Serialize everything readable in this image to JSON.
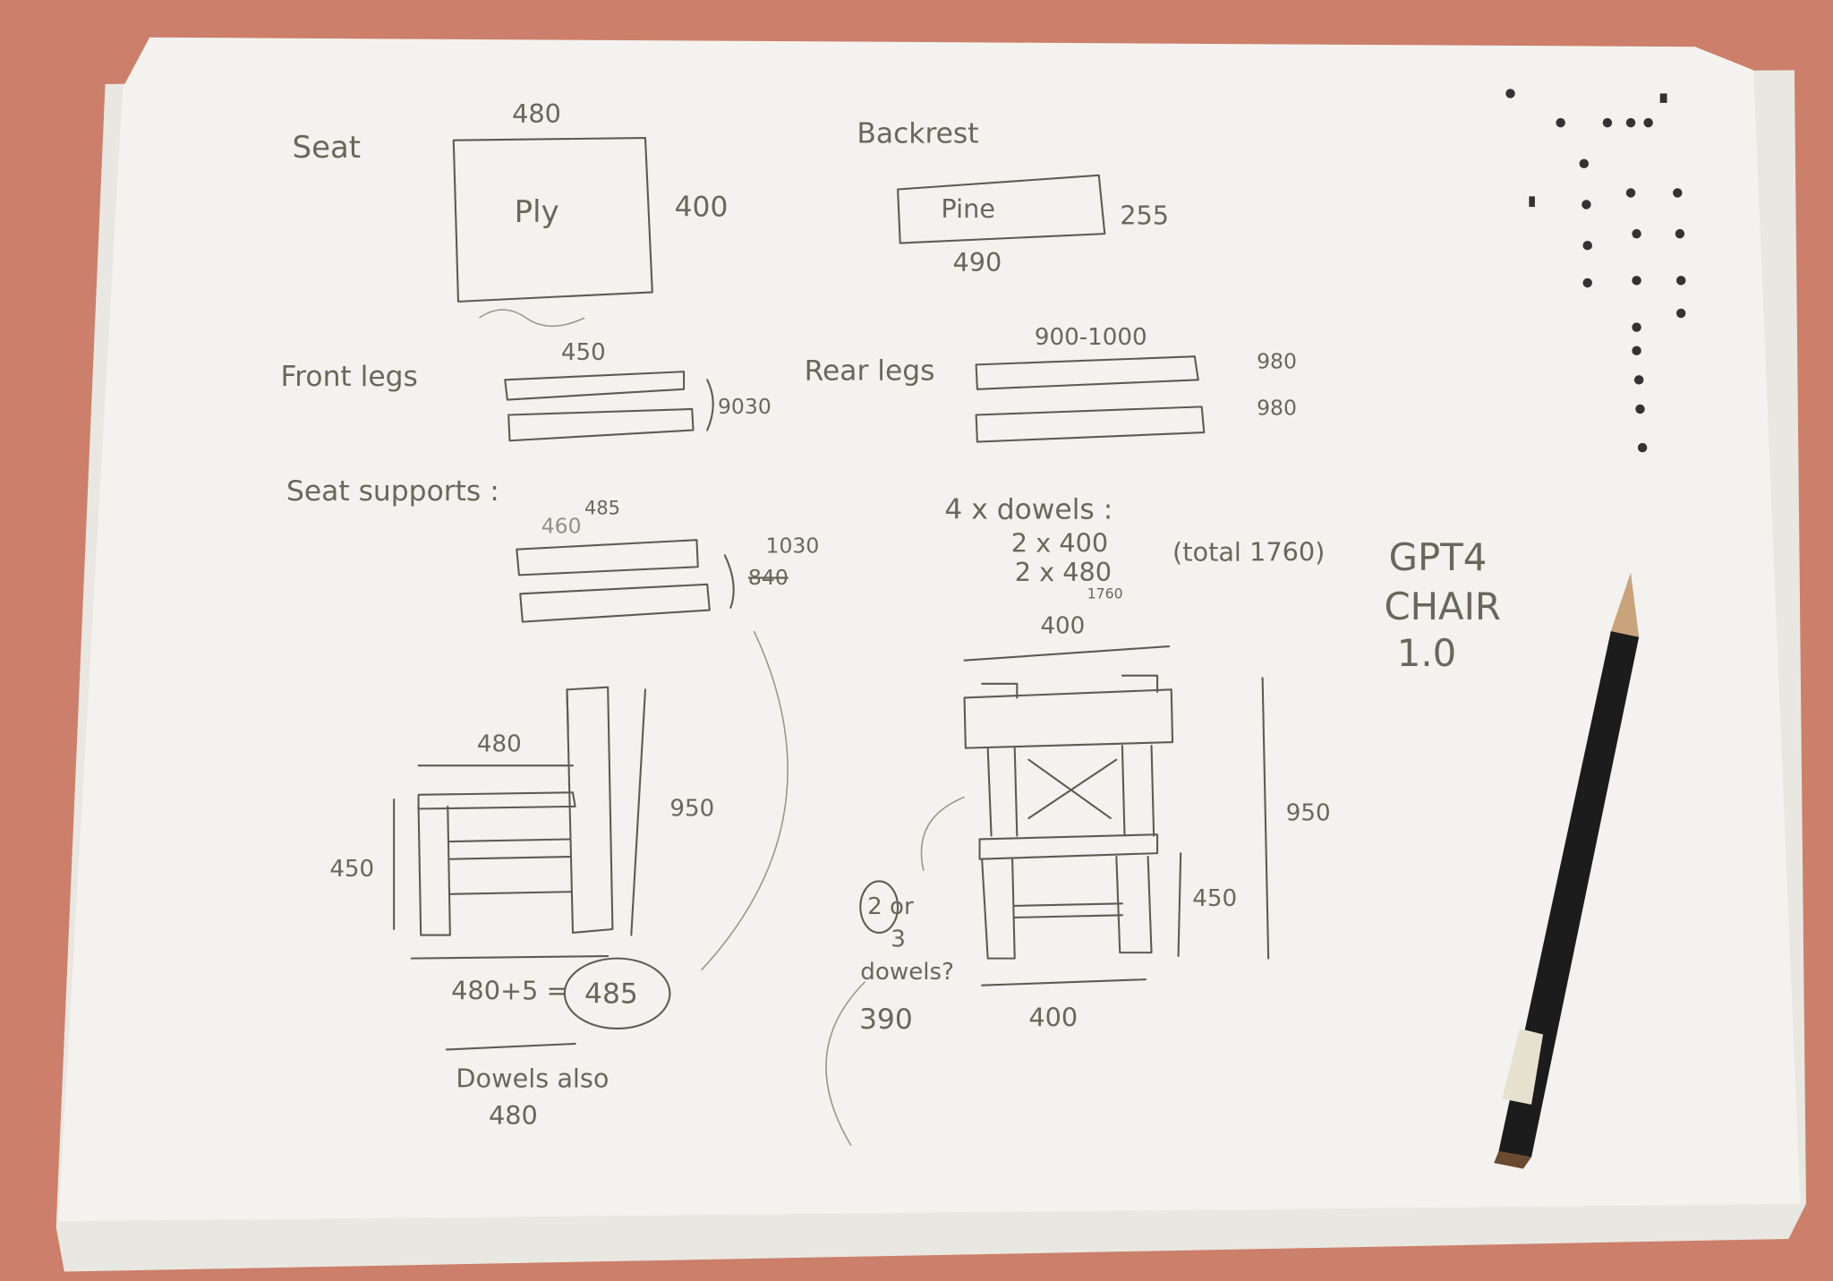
{
  "sketch": {
    "seat": {
      "label": "Seat",
      "width": "480",
      "height": "400",
      "material": "Ply"
    },
    "backrest": {
      "label": "Backrest",
      "material": "Pine",
      "height": "255",
      "width": "490"
    },
    "front_legs": {
      "label": "Front legs",
      "length": "450",
      "total": "9030"
    },
    "rear_legs": {
      "label": "Rear legs",
      "length": "900-1000",
      "each_1": "980",
      "each_2": "980"
    },
    "seat_supports": {
      "label": "Seat supports :",
      "length_old": "460",
      "length": "485",
      "total": "1030",
      "total_old": "840"
    },
    "dowels": {
      "label": "4 x dowels :",
      "line1": "2 x 400",
      "line2": "2 x 480",
      "total_note": "(total 1760)",
      "sum": "1760"
    },
    "title": {
      "line1": "GPT4",
      "line2": "CHAIR",
      "line3": "1.0"
    },
    "side_view": {
      "seat_depth": "480",
      "seat_height": "450",
      "height": "950",
      "formula": "480+5 =",
      "result": "485",
      "note1": "Dowels also",
      "note2": "480"
    },
    "front_view": {
      "top_width": "400",
      "height": "950",
      "seat_height": "450",
      "question1": "2 or",
      "question2": "3",
      "question3": "dowels?",
      "alt_width": "390",
      "bottom_width": "400"
    }
  },
  "colors": {
    "table": "#cc7f6a",
    "paper": "#f4f3ef",
    "pencil": "#1c1c1c"
  }
}
